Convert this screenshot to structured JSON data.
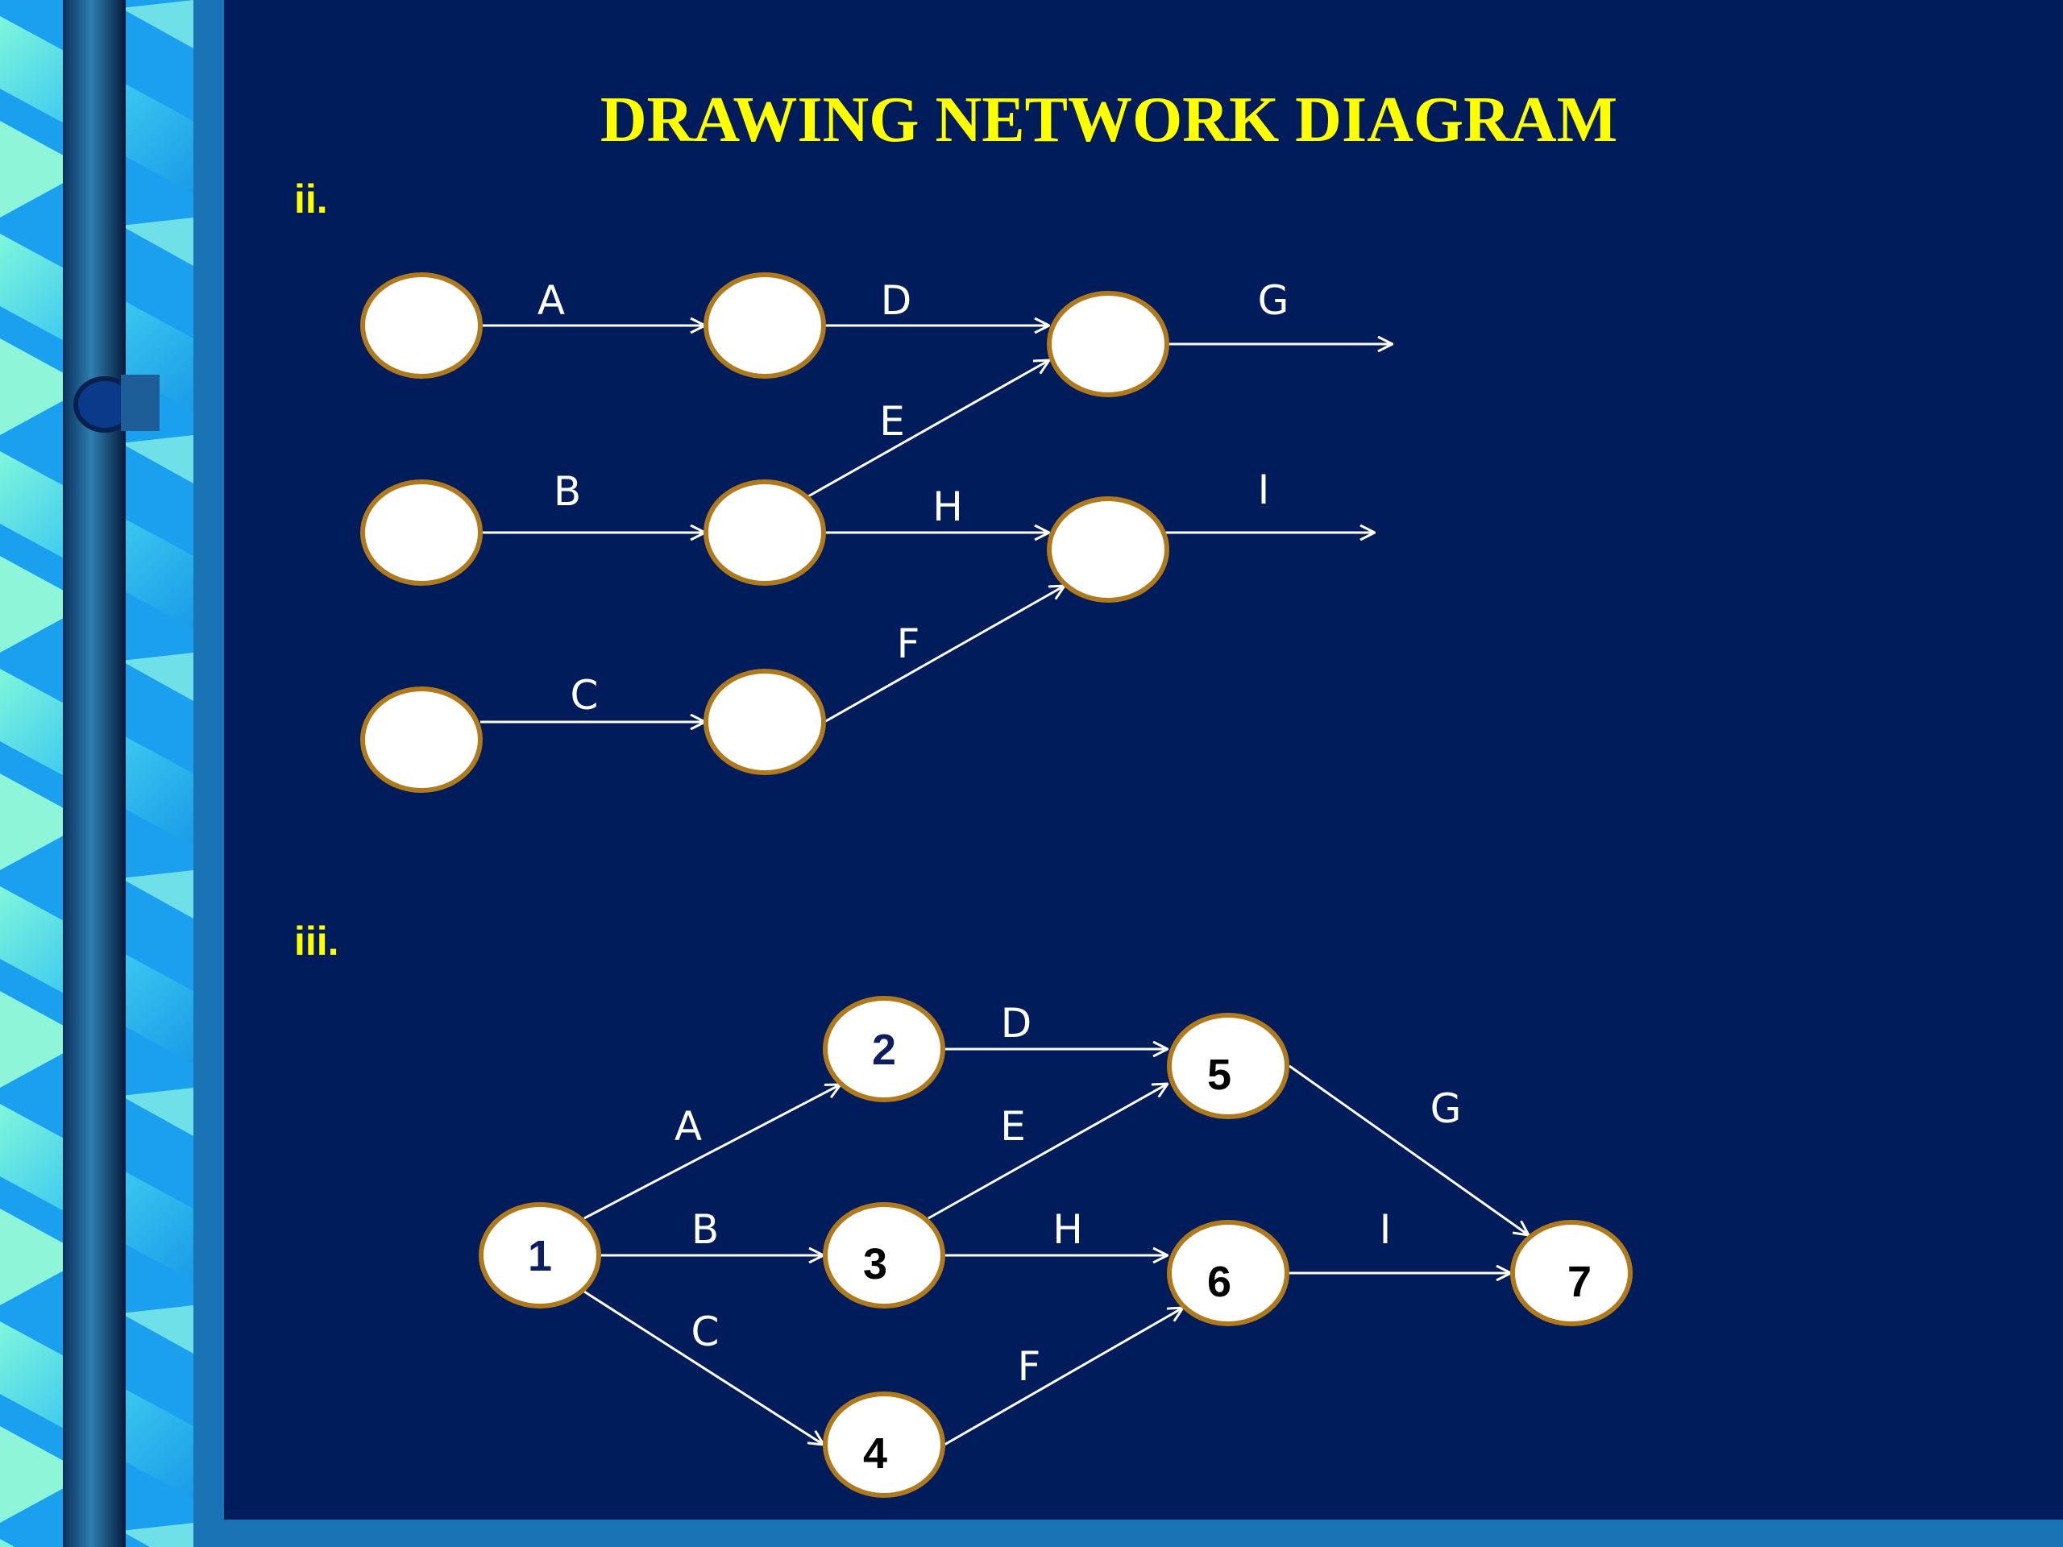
{
  "title": "DRAWING NETWORK DIAGRAM",
  "colors": {
    "background": "#001c5a",
    "title": "#ffff00",
    "node_fill": "#ffffff",
    "node_border": "#b07a1c",
    "edge": "#ffffff",
    "node_number_dark": "#0c1e60",
    "node_number_black": "#000000",
    "sidebar_band": "#1a73b4"
  },
  "diagram_ii": {
    "label": "ii.",
    "nodes": [
      {
        "id": "a1",
        "label": ""
      },
      {
        "id": "a2",
        "label": ""
      },
      {
        "id": "a3",
        "label": ""
      },
      {
        "id": "b1",
        "label": ""
      },
      {
        "id": "b2",
        "label": ""
      },
      {
        "id": "b3",
        "label": ""
      },
      {
        "id": "c1",
        "label": ""
      },
      {
        "id": "c2",
        "label": ""
      }
    ],
    "edges": [
      {
        "label": "A",
        "from": "a1",
        "to": "a2"
      },
      {
        "label": "D",
        "from": "a2",
        "to": "a3"
      },
      {
        "label": "G",
        "from": "a3",
        "to": "end"
      },
      {
        "label": "E",
        "from": "b2",
        "to": "a3"
      },
      {
        "label": "B",
        "from": "b1",
        "to": "b2"
      },
      {
        "label": "H",
        "from": "b2",
        "to": "b3"
      },
      {
        "label": "I",
        "from": "b3",
        "to": "end"
      },
      {
        "label": "F",
        "from": "c2",
        "to": "b3"
      },
      {
        "label": "C",
        "from": "c1",
        "to": "c2"
      }
    ]
  },
  "diagram_iii": {
    "label": "iii.",
    "nodes": [
      {
        "id": "n1",
        "label": "1"
      },
      {
        "id": "n2",
        "label": "2"
      },
      {
        "id": "n3",
        "label": "3"
      },
      {
        "id": "n4",
        "label": "4"
      },
      {
        "id": "n5",
        "label": "5"
      },
      {
        "id": "n6",
        "label": "6"
      },
      {
        "id": "n7",
        "label": "7"
      }
    ],
    "edges": [
      {
        "label": "A",
        "from": "1",
        "to": "2"
      },
      {
        "label": "B",
        "from": "1",
        "to": "3"
      },
      {
        "label": "C",
        "from": "1",
        "to": "4"
      },
      {
        "label": "D",
        "from": "2",
        "to": "5"
      },
      {
        "label": "E",
        "from": "3",
        "to": "5"
      },
      {
        "label": "H",
        "from": "3",
        "to": "6"
      },
      {
        "label": "F",
        "from": "4",
        "to": "6"
      },
      {
        "label": "G",
        "from": "5",
        "to": "7"
      },
      {
        "label": "I",
        "from": "6",
        "to": "7"
      }
    ]
  }
}
